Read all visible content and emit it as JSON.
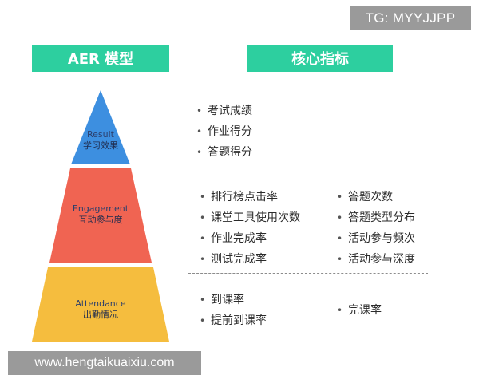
{
  "watermark_tag": "TG: MYYJJPP",
  "headers": {
    "left": "AER 模型",
    "right": "核心指标"
  },
  "pyramid": {
    "result": {
      "en": "Result",
      "zh": "学习效果",
      "color": "#3d8fe0"
    },
    "engagement": {
      "en": "Engagement",
      "zh": "互动参与度",
      "color": "#f06452"
    },
    "attendance": {
      "en": "Attendance",
      "zh": "出勤情况",
      "color": "#f5bd3e"
    }
  },
  "metrics": {
    "result": [
      "考试成绩",
      "作业得分",
      "答题得分"
    ],
    "engagement_col1": [
      "排行榜点击率",
      "课堂工具使用次数",
      "作业完成率",
      "测试完成率"
    ],
    "engagement_col2": [
      "答题次数",
      "答题类型分布",
      "活动参与频次",
      "活动参与深度"
    ],
    "attendance_col1": [
      "到课率",
      "提前到课率"
    ],
    "attendance_col2": [
      "完课率"
    ]
  },
  "bullet": "•",
  "url_watermark": "www.hengtaikuaixiu.com",
  "colors": {
    "header": "#2dcf9f",
    "watermark_bg": "#9a9a9a"
  }
}
